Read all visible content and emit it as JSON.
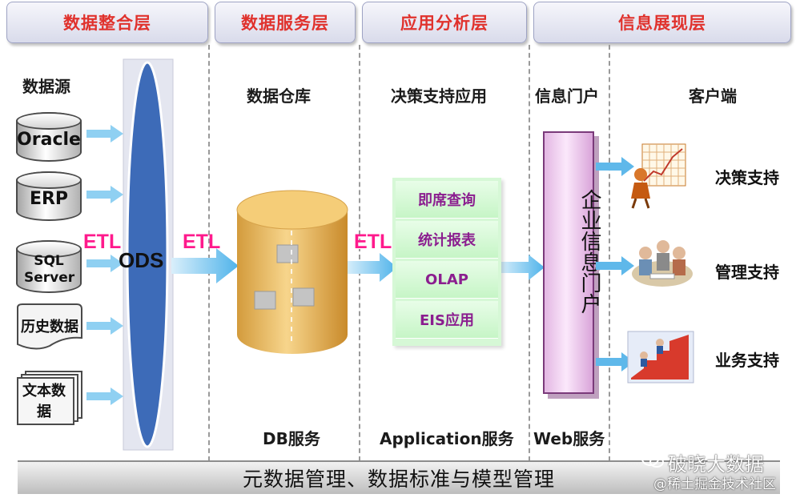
{
  "layers": [
    "数据整合层",
    "数据服务层",
    "应用分析层",
    "信息展现层"
  ],
  "section_labels": {
    "datasource": "数据源",
    "warehouse": "数据仓库",
    "decision_app": "决策支持应用",
    "portal": "信息门户",
    "client": "客户端"
  },
  "sources": [
    "Oracle",
    "ERP",
    "SQL Server",
    "历史数据",
    "文本数据"
  ],
  "ods": "ODS",
  "etl": [
    "ETL",
    "ETL",
    "ETL"
  ],
  "apps": [
    "即席查询",
    "统计报表",
    "OLAP",
    "EIS应用"
  ],
  "portal_text": "企业信息门户",
  "clients": [
    "决策支持",
    "管理支持",
    "业务支持"
  ],
  "services": [
    "DB服务",
    "Application服务",
    "Web服务"
  ],
  "bottom": "元数据管理、数据标准与模型管理",
  "watermark": {
    "wechat": "破晓大数据",
    "community": "@稀土掘金技术社区"
  },
  "colors": {
    "header_text": "#e0322d",
    "etl": "#ff1a8c",
    "app_text": "#8b1e8f",
    "ods": "#3d6bb8"
  }
}
